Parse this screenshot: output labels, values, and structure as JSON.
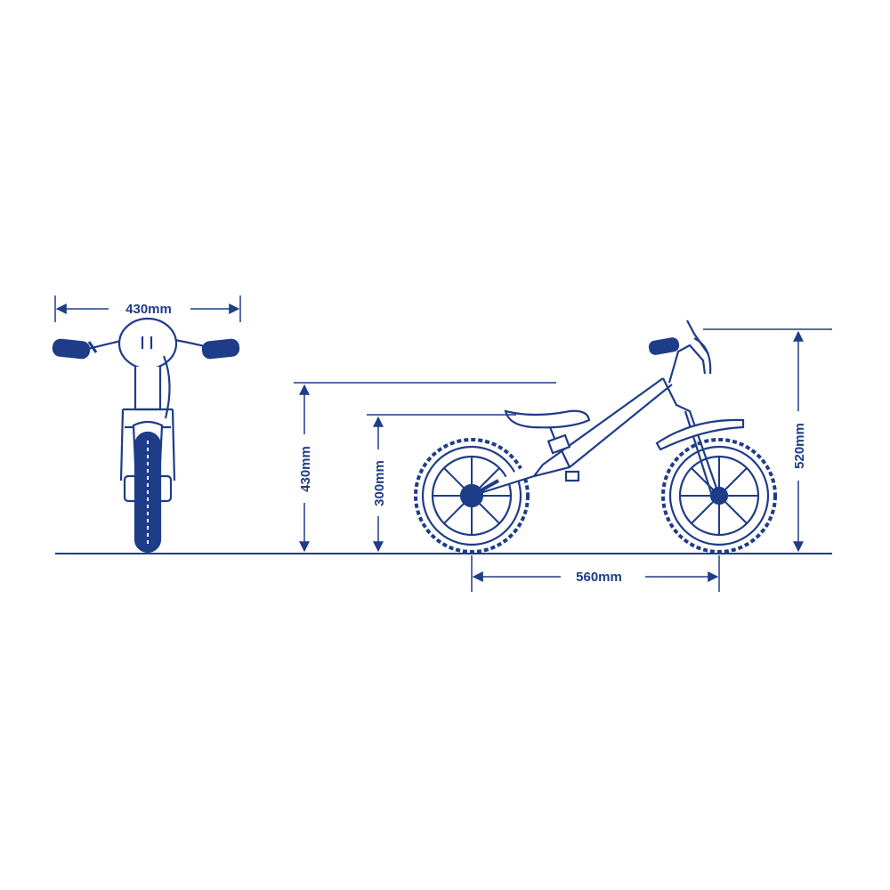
{
  "colors": {
    "line": "#1f3c88",
    "background": "#ffffff",
    "fill": "#ffffff"
  },
  "dimensions": {
    "front_width": "430mm",
    "seat_height_max": "430mm",
    "seat_height_min": "300mm",
    "wheelbase": "560mm",
    "overall_height": "520mm"
  }
}
